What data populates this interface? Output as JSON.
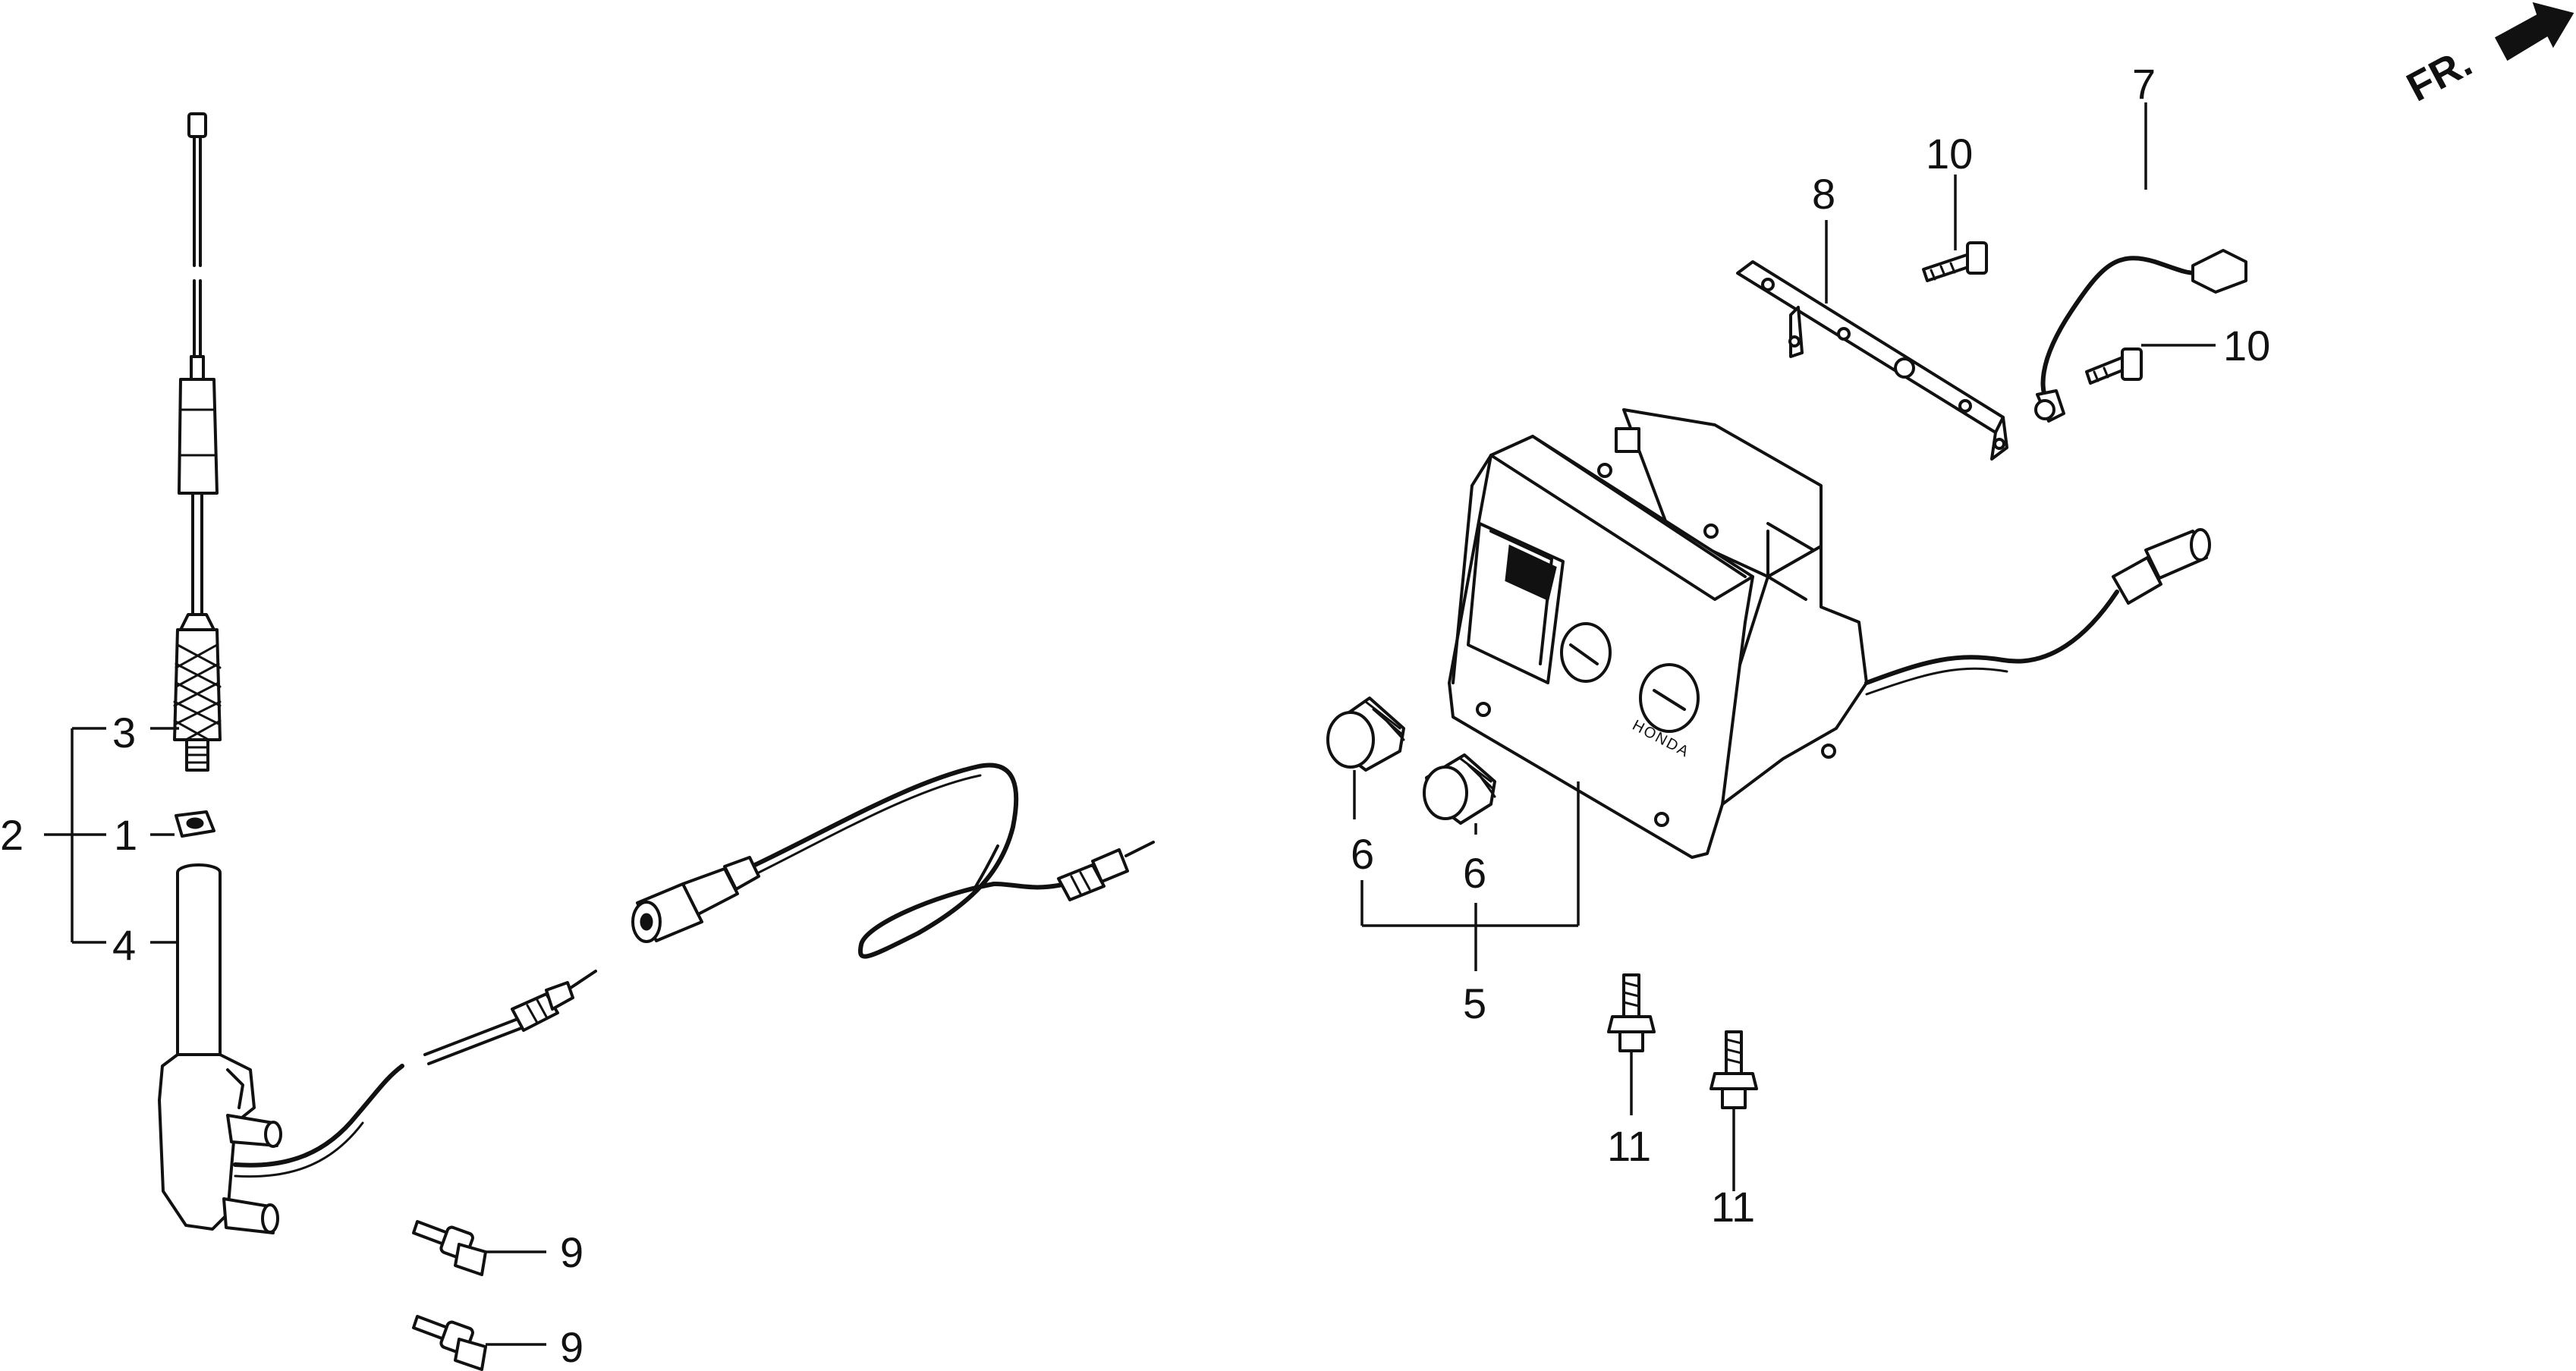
{
  "direction_indicator": {
    "label": "FR."
  },
  "brand_mark": "HONDA",
  "callouts": {
    "c1": "1",
    "c2": "2",
    "c3": "3",
    "c4": "4",
    "c5": "5",
    "c6a": "6",
    "c6b": "6",
    "c7": "7",
    "c8": "8",
    "c9a": "9",
    "c9b": "9",
    "c10a": "10",
    "c10b": "10",
    "c11a": "11",
    "c11b": "11"
  }
}
